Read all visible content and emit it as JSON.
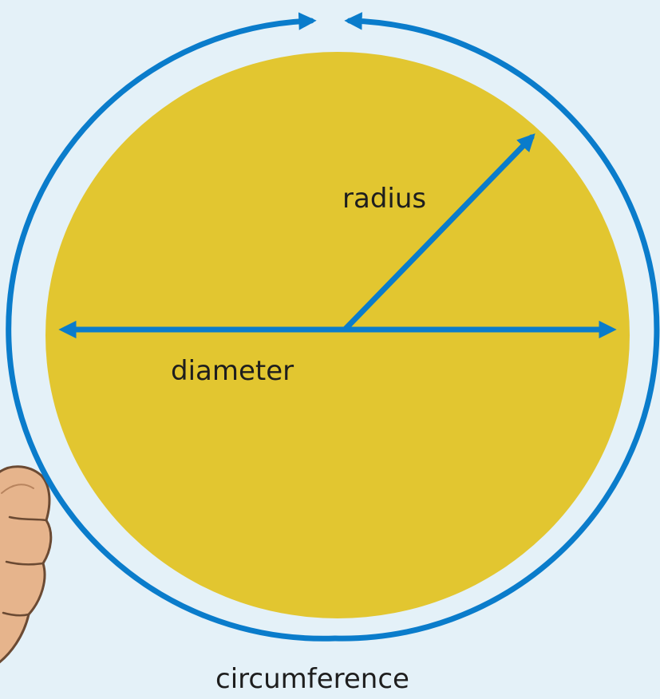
{
  "labels": {
    "radius": "radius",
    "diameter": "diameter",
    "circumference": "circumference"
  },
  "colors": {
    "background": "#e4f1f8",
    "disc_fill": "#e2c630",
    "line": "#0a7ccb",
    "skin": "#e6b48c",
    "text": "#1e1e1e"
  },
  "icons": {
    "hand": "hand-icon"
  }
}
